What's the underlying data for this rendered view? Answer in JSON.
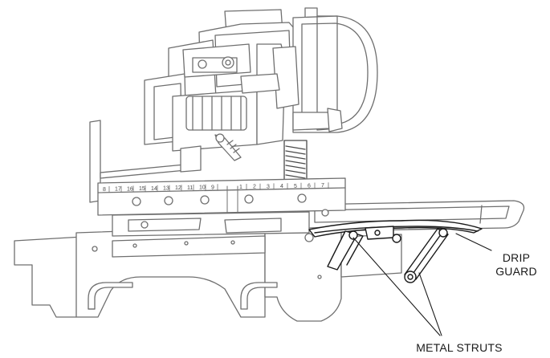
{
  "callouts": {
    "drip_guard_line1": "DRIP",
    "drip_guard_line2": "GUARD",
    "metal_struts": "METAL STRUTS"
  },
  "ruler": {
    "left_scale": [
      "8",
      "17",
      "16",
      "15",
      "14",
      "13",
      "12",
      "11",
      "10",
      "9"
    ],
    "right_scale": [
      "1",
      "2",
      "3",
      "4",
      "5",
      "6",
      "7"
    ]
  },
  "colors": {
    "line": "#6f6f6f",
    "dark_line": "#1a1a1a",
    "fill": "#ffffff"
  }
}
